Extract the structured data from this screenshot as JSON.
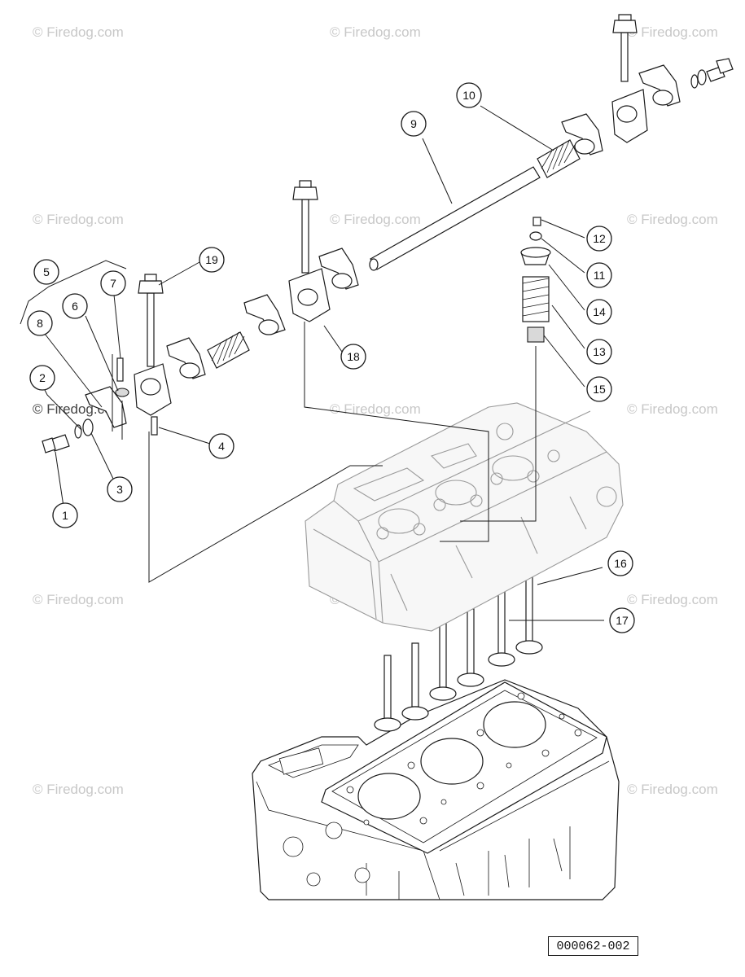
{
  "watermark": "© Firedog.com",
  "reference_number": "000062-002",
  "callouts": [
    "1",
    "2",
    "3",
    "4",
    "5",
    "6",
    "7",
    "8",
    "9",
    "10",
    "11",
    "12",
    "13",
    "14",
    "15",
    "16",
    "17",
    "18",
    "19"
  ]
}
